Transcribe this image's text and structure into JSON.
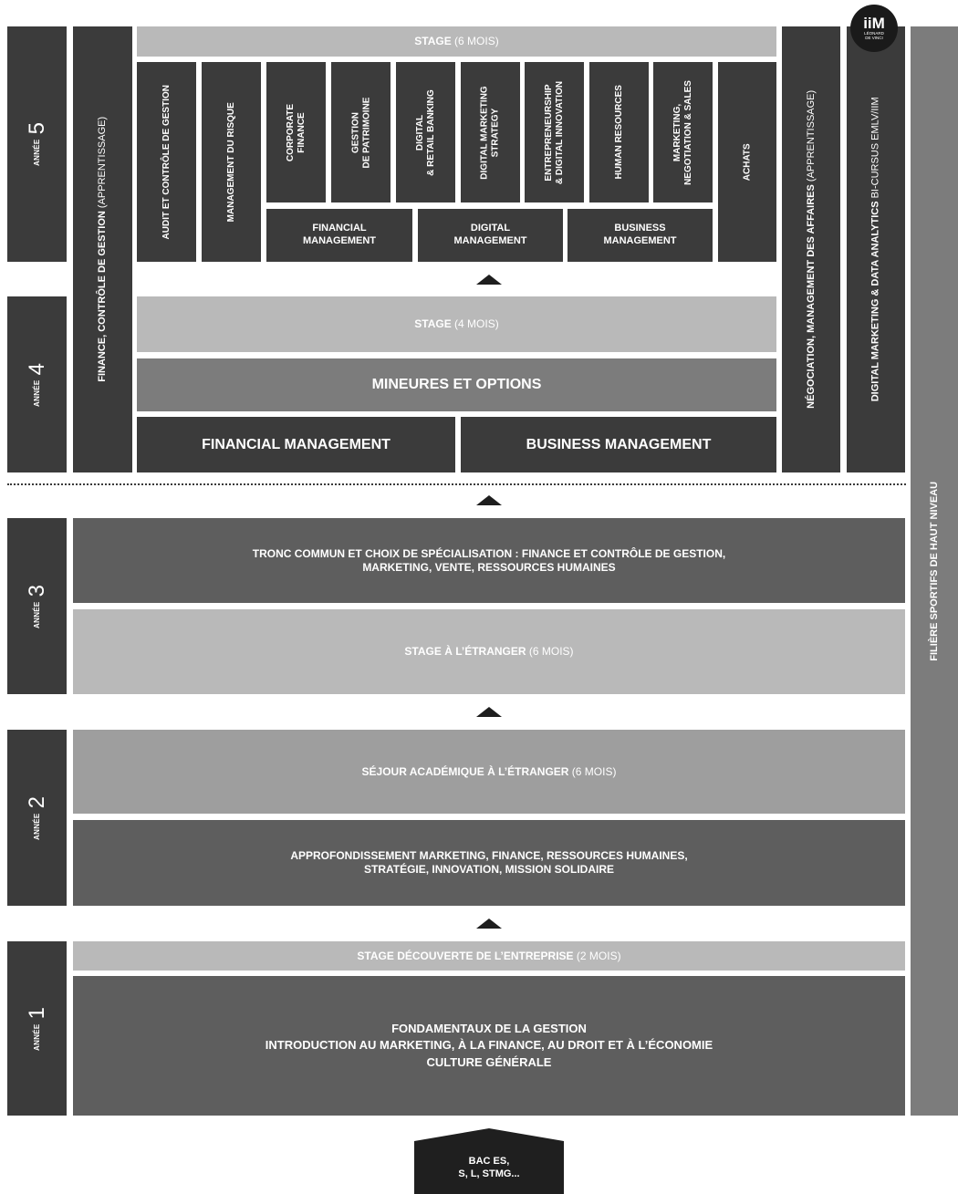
{
  "years": {
    "word": "ANNÉE",
    "y5": "5",
    "y4": "4",
    "y3": "3",
    "y2": "2",
    "y1": "1"
  },
  "left_column": {
    "main": "FINANCE, CONTRÔLE DE GESTION",
    "sub": " (APPRENTISSAGE)"
  },
  "year5": {
    "stage_main": "STAGE",
    "stage_sub": " (6 MOIS)",
    "specializations": {
      "audit": "AUDIT ET CONTRÔLE DE GESTION",
      "risque": "MANAGEMENT DU RISQUE",
      "corporate": "CORPORATE\nFINANCE",
      "patrimoine": "GESTION\nDE PATRIMOINE",
      "banking": "DIGITAL\n& RETAIL BANKING",
      "dms": "DIGITAL MARKETING\nSTRATEGY",
      "entrepreneurship": "ENTREPRENEURSHIP\n& DIGITAL INNOVATION",
      "hr": "HUMAN RESOURCES",
      "mns": "MARKETING,\nNEGOTIATION & SALES",
      "achats": "ACHATS"
    },
    "groups": {
      "financial": "FINANCIAL\nMANAGEMENT",
      "digital": "DIGITAL\nMANAGEMENT",
      "business": "BUSINESS\nMANAGEMENT"
    }
  },
  "year4": {
    "stage_main": "STAGE",
    "stage_sub": " (4 MOIS)",
    "mineures": "MINEURES ET OPTIONS",
    "financial": "FINANCIAL MANAGEMENT",
    "business": "BUSINESS MANAGEMENT"
  },
  "right_columns": {
    "nego_main": "NÉGOCIATION, MANAGEMENT DES AFFAIRES",
    "nego_sub": " (APPRENTISSAGE)",
    "digital_main": "DIGITAL MARKETING & DATA ANALYTICS",
    "digital_sub": " BI-CURSUS EMLV/IIM",
    "sport": "FILIÈRE SPORTIFS  DE HAUT NIVEAU"
  },
  "logo": {
    "mark": "iiM",
    "sub": "LÉONARD\nDE VINCI"
  },
  "year3": {
    "tronc": "TRONC COMMUN ET CHOIX DE SPÉCIALISATION : FINANCE ET CONTRÔLE DE GESTION,\nMARKETING, VENTE, RESSOURCES HUMAINES",
    "stage_main": "STAGE À L’ÉTRANGER",
    "stage_sub": " (6 MOIS)"
  },
  "year2": {
    "sejour_main": "SÉJOUR ACADÉMIQUE À L’ÉTRANGER",
    "sejour_sub": " (6 MOIS)",
    "approf": "APPROFONDISSEMENT MARKETING, FINANCE, RESSOURCES HUMAINES,\nSTRATÉGIE, INNOVATION, MISSION SOLIDAIRE"
  },
  "year1": {
    "stage_main": "STAGE DÉCOUVERTE DE L’ENTREPRISE",
    "stage_sub": " (2 MOIS)",
    "fondamentaux": "FONDAMENTAUX DE LA GESTION\nINTRODUCTION AU MARKETING, À LA FINANCE, AU DROIT ET À L’ÉCONOMIE\nCULTURE GÉNÉRALE"
  },
  "bac": "BAC ES,\nS, L, STMG..."
}
